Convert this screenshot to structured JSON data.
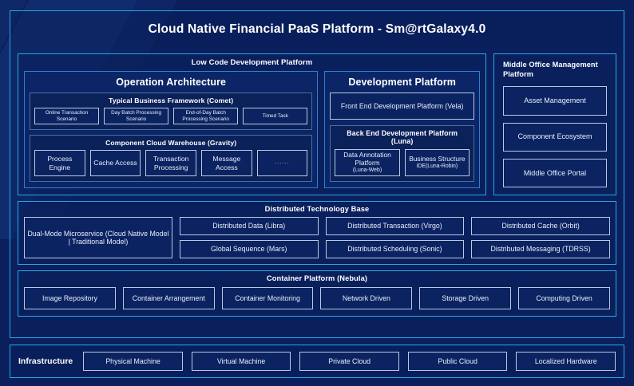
{
  "header": {
    "title": "Cloud Native Financial PaaS Platform - Sm@rtGalaxy4.0"
  },
  "low_code": {
    "caption": "Low Code Development Platform",
    "operation_architecture": {
      "caption": "Operation Architecture",
      "groups": [
        {
          "caption": "Typical Business Framework (Comet)",
          "items": [
            "Online Transaction Scenario",
            "Day Batch Processing Scenario",
            "End-of-Day Batch Processing Scenario",
            "Timed Task"
          ]
        },
        {
          "caption": "Component Cloud Warehouse (Gravity)",
          "items": [
            "Process Engine",
            "Cache Access",
            "Transaction Processing",
            "Message Access",
            "......"
          ]
        }
      ]
    },
    "development_platform": {
      "caption": "Development Platform",
      "front_end": "Front End Development Platform (Vela)",
      "back_end": {
        "caption": "Back End Development Platform (Luna)",
        "items": [
          {
            "title": "Data Annotation Platform",
            "sub": "(Luna-Web)"
          },
          {
            "title": "Business Structure",
            "sub": "IDE(Luna-Robin)"
          }
        ]
      }
    }
  },
  "middle_office": {
    "caption": "Middle Office Management Platform",
    "items": [
      "Asset Management",
      "Component Ecosystem",
      "Middle Office Portal"
    ]
  },
  "distributed_tech_base": {
    "caption": "Distributed Technology Base",
    "highlight": "Dual-Mode Microservice (Cloud Native Model | Traditional Model)",
    "column_b": [
      "Distributed Data (Libra)",
      "Global Sequence (Mars)"
    ],
    "column_c": [
      "Distributed Transaction (Virgo)",
      "Distributed Scheduling (Sonic)"
    ],
    "column_d": [
      "Distributed Cache (Orbit)",
      "Distributed Messaging (TDRSS)"
    ]
  },
  "container_platform": {
    "caption": "Container Platform (Nebula)",
    "items": [
      "Image Repository",
      "Container Arrangement",
      "Container Monitoring",
      "Network Driven",
      "Storage Driven",
      "Computing Driven"
    ]
  },
  "infrastructure": {
    "label": "Infrastructure",
    "items": [
      "Physical Machine",
      "Virtual Machine",
      "Private Cloud",
      "Public Cloud",
      "Localized Hardware"
    ]
  },
  "colors": {
    "background": "#0a1f5c",
    "accent_border": "#29a8ea",
    "node_border": "#b9c9e4",
    "text": "#ffffff"
  }
}
